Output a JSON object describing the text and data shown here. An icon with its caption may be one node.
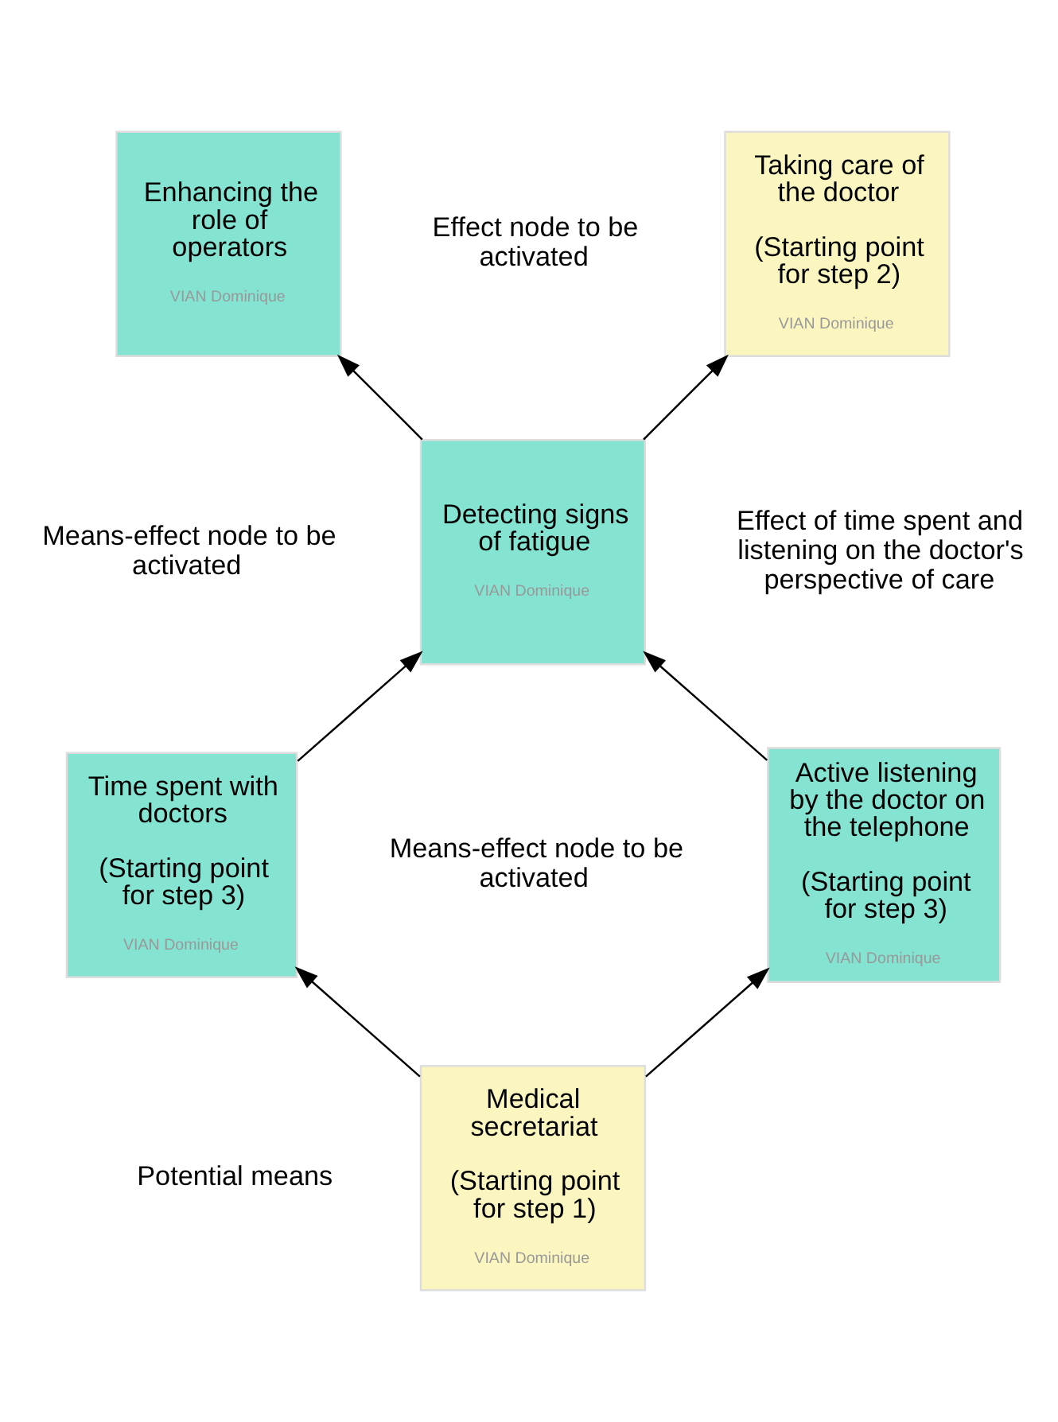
{
  "diagram": {
    "nodes": [
      {
        "text": [
          "Taking care of the doctor",
          "(Starting point for step 2)",
          "VIAN Dominique"
        ]
      },
      {
        "text": [
          "Enhancing the role of operators",
          "VIAN Dominique"
        ]
      },
      {
        "text": [
          "Detecting signs of fatigue",
          "VIAN Dominique"
        ]
      },
      {
        "text": [
          "Active listening by the doctor on the telephone",
          "(Starting point for step 3)",
          "VIAN Dominique"
        ]
      },
      {
        "text": [
          "Time spent with doctors",
          "(Starting point for step 3)",
          "VIAN Dominique"
        ]
      },
      {
        "text": [
          "Medical secretariat",
          "(Starting point for step 1)",
          "VIAN Dominique"
        ]
      }
    ],
    "edges": [
      {
        "from": 2,
        "to": 0,
        "arrow": "to"
      },
      {
        "from": 2,
        "to": 1,
        "arrow": "to"
      },
      {
        "from": 3,
        "to": 2,
        "arrow": "to"
      },
      {
        "from": 4,
        "to": 2,
        "arrow": "to"
      },
      {
        "from": 5,
        "to": 3,
        "arrow": "to"
      },
      {
        "from": 5,
        "to": 4,
        "arrow": "to"
      }
    ],
    "labels": [
      "Effect node to be activated",
      "Means-effect node to be activated",
      "Effect of time spent and listening on the doctor's perspective of care",
      "Means-effect node to be activated",
      "Potential means"
    ]
  }
}
